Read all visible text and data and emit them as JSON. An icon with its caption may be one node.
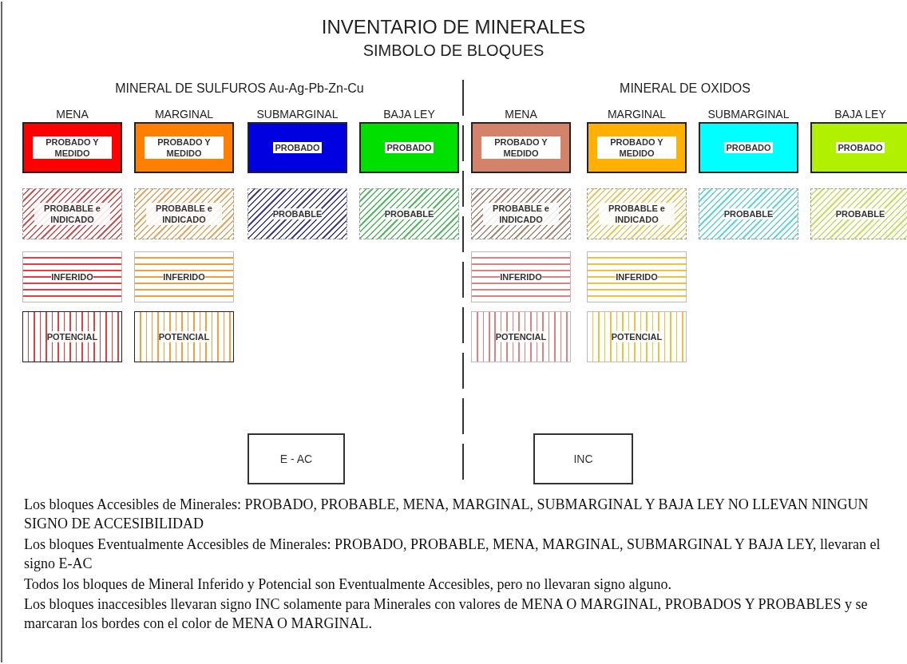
{
  "diagram": {
    "title": "INVENTARIO DE MINERALES",
    "nodes": [
      {
        "text": [
          "PROBADO Y MEDIDO"
        ]
      },
      {
        "text": [
          "PROBADO Y MEDIDO"
        ]
      },
      {
        "text": [
          "PROBADO"
        ]
      },
      {
        "text": [
          "PROBADO"
        ]
      },
      {
        "text": [
          "PROBADO Y MEDIDO"
        ]
      },
      {
        "text": [
          "PROBADO Y MEDIDO"
        ]
      },
      {
        "text": [
          "PROBADO"
        ]
      },
      {
        "text": [
          "PROBADO"
        ]
      },
      {
        "text": [
          "PROBABLE e INDICADO"
        ]
      },
      {
        "text": [
          "PROBABLE e INDICADO"
        ]
      },
      {
        "text": [
          "PROBABLE"
        ]
      },
      {
        "text": [
          "PROBABLE"
        ]
      },
      {
        "text": [
          "PROBABLE e INDICADO"
        ]
      },
      {
        "text": [
          "PROBABLE e INDICADO"
        ]
      },
      {
        "text": [
          "PROBABLE"
        ]
      },
      {
        "text": [
          "PROBABLE"
        ]
      },
      {
        "text": [
          "INFERIDO"
        ]
      },
      {
        "text": [
          "INFERIDO"
        ]
      },
      {
        "text": [
          "INFERIDO"
        ]
      },
      {
        "text": [
          "INFERIDO"
        ]
      },
      {
        "text": [
          "POTENCIAL"
        ]
      },
      {
        "text": [
          "POTENCIAL"
        ]
      },
      {
        "text": [
          "POTENCIAL"
        ]
      },
      {
        "text": [
          "POTENCIAL"
        ]
      },
      {
        "text": [
          "E - AC"
        ]
      },
      {
        "text": [
          "INC"
        ]
      }
    ],
    "edges": [],
    "labels": [
      "SIMBOLO DE BLOQUES",
      "MINERAL DE SULFUROS Au-Ag-Pb-Zn-Cu",
      "MINERAL DE OXIDOS",
      "MENA",
      "MARGINAL",
      "SUBMARGINAL",
      "BAJA LEY",
      "MENA",
      "MARGINAL",
      "SUBMARGINAL",
      "BAJA LEY",
      "Los bloques Accesibles de Minerales: PROBADO, PROBABLE, MENA, MARGINAL, SUBMARGINAL Y BAJA LEY NO LLEVAN NINGUN SIGNO DE ACCESIBILIDAD",
      "Los bloques Eventualmente Accesibles de Minerales: PROBADO, PROBABLE, MENA, MARGINAL, SUBMARGINAL Y BAJA LEY, llevaran el signo E-AC",
      "Todos los bloques de Mineral Inferido y Potencial son Eventualmente Accesibles, pero no llevaran signo alguno.",
      "Los bloques inaccesibles llevaran signo INC solamente para Minerales con valores de MENA O MARGINAL, PROBADOS Y PROBABLES y se marcaran los bordes con el color de MENA O MARGINAL."
    ]
  }
}
